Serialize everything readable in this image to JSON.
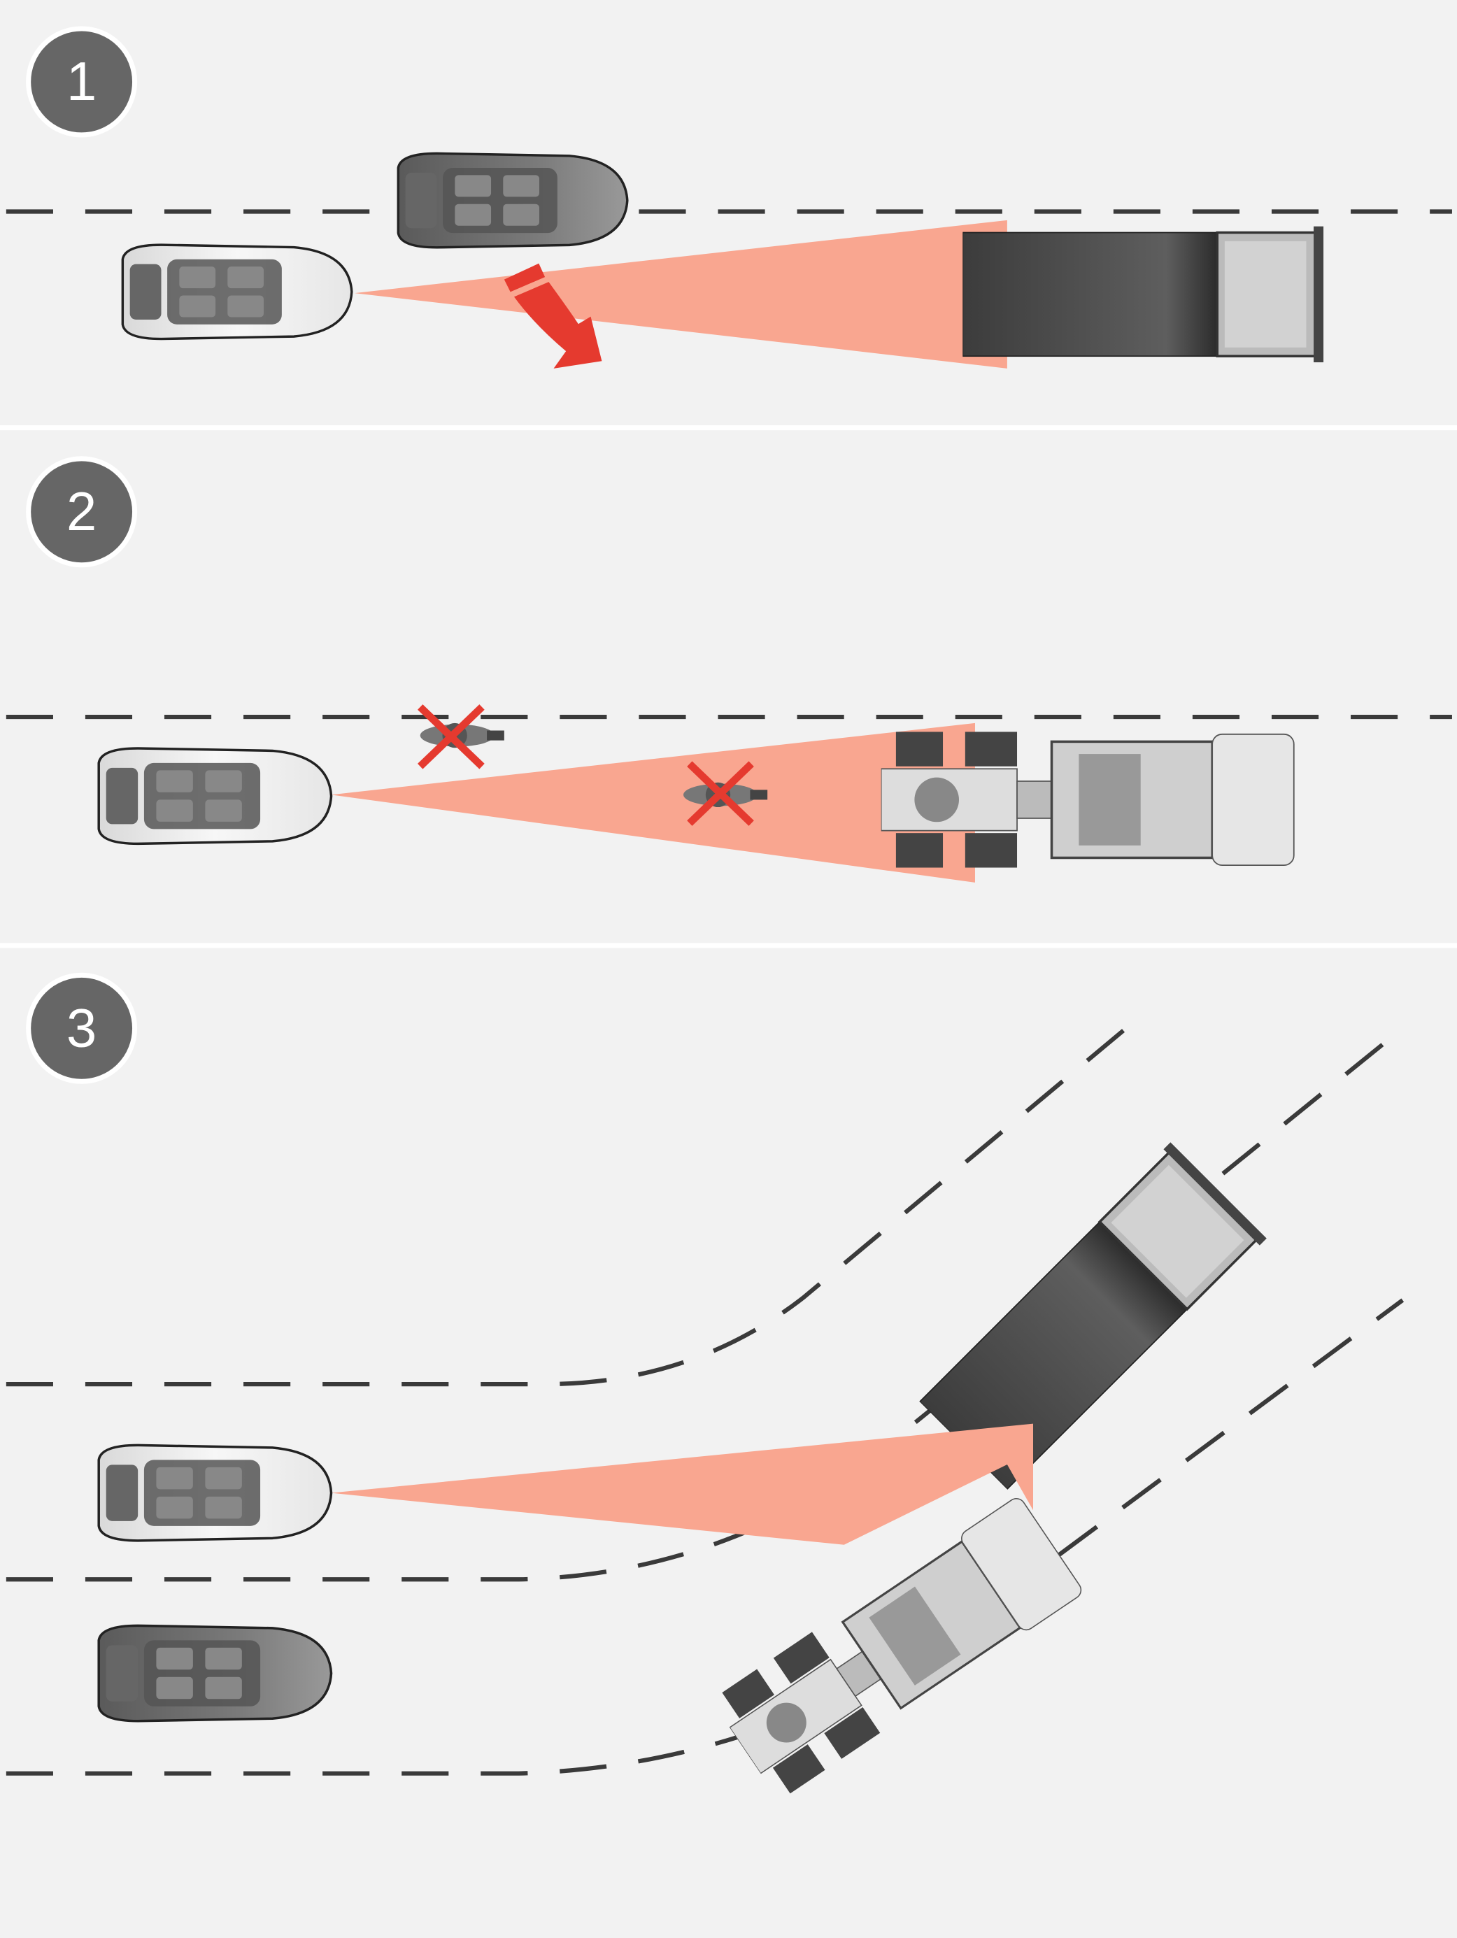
{
  "panels": [
    {
      "step_label": "1"
    },
    {
      "step_label": "2"
    },
    {
      "step_label": "3"
    }
  ],
  "colors": {
    "background": "#f2f2f2",
    "radar_cone": "#f9a690",
    "warning_red": "#e53a2f",
    "step_badge": "#666666"
  }
}
